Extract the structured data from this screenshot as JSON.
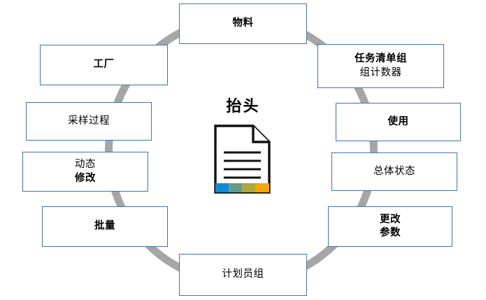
{
  "diagram": {
    "type": "cycle-diagram",
    "center": {
      "title": "抬头",
      "icon": "document-icon",
      "icon_stripe_colors": [
        "#0f8bd6",
        "#639c86",
        "#b0a63c",
        "#f5a800"
      ]
    },
    "colors": {
      "box_border": "#4472a8",
      "ring": "#a6a6a6",
      "box_fill": "#ffffff",
      "text": "#000000"
    },
    "nodes": [
      {
        "id": "material",
        "lines": [
          "物料"
        ],
        "weight": "bold"
      },
      {
        "id": "tasklist",
        "lines": [
          "任务清单组",
          "组计数器"
        ],
        "weight": "bold"
      },
      {
        "id": "usage",
        "lines": [
          "使用"
        ],
        "weight": "bold"
      },
      {
        "id": "overall",
        "lines": [
          "总体状态"
        ],
        "weight": "regular"
      },
      {
        "id": "changeparam",
        "lines": [
          "更改",
          "参数"
        ],
        "weight": "bold"
      },
      {
        "id": "planner",
        "lines": [
          "计划员组"
        ],
        "weight": "regular"
      },
      {
        "id": "batch",
        "lines": [
          "批量"
        ],
        "weight": "bold"
      },
      {
        "id": "dynamic",
        "lines": [
          "动态",
          "修改"
        ],
        "weight": "mixed"
      },
      {
        "id": "sampling",
        "lines": [
          "采样过程"
        ],
        "weight": "regular"
      },
      {
        "id": "factory",
        "lines": [
          "工厂"
        ],
        "weight": "bold"
      }
    ]
  }
}
